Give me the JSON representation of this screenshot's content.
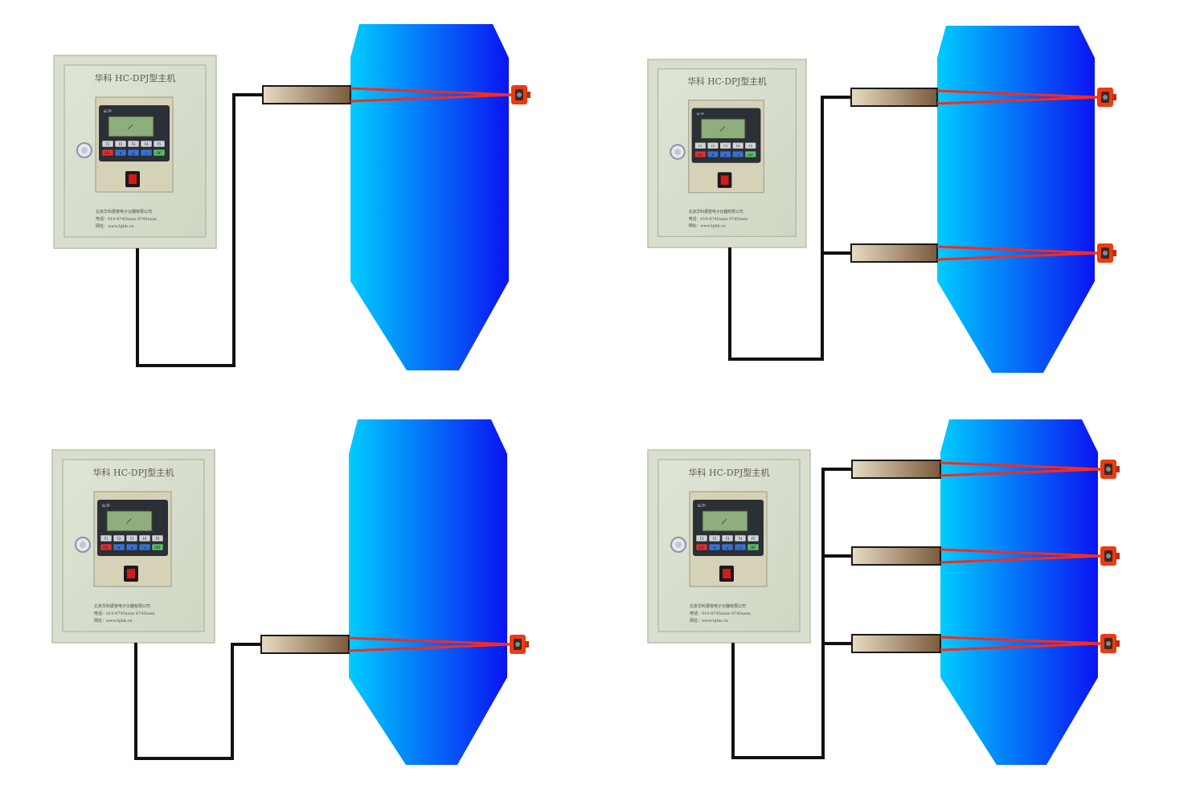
{
  "colors": {
    "background": "#ffffff",
    "cabinet_face": "#d9dfcf",
    "cabinet_border": "#b9c0ad",
    "cable": "#111111",
    "probe_light": "#e8dcc3",
    "probe_dark": "#7a5a3c",
    "beam": "#ff2a1a",
    "emitter": "#ee3a12",
    "silo_light": "#00ccff",
    "silo_dark": "#0a14f2"
  },
  "host_unit": {
    "title": "华科  HC-DPJ型主机",
    "lcd_brand": "GLTP",
    "key_labels": [
      "F1",
      "F2",
      "F3",
      "F4",
      "F5",
      "ESC",
      "▼",
      "▲",
      "◄",
      "ENT"
    ],
    "company": "北京华科振普电子仪器有限公司",
    "phone": "电话：010-8745xxxx 8745xxxx",
    "website": "网址：www.hjhk.cn",
    "door_icon": "door-lock-icon",
    "switch_icon": "power-switch-icon"
  },
  "configurations": [
    {
      "name": "single-probe-top",
      "probe_levels": [
        "top"
      ]
    },
    {
      "name": "two-probes",
      "probe_levels": [
        "top",
        "middle"
      ]
    },
    {
      "name": "single-probe-bottom",
      "probe_levels": [
        "bottom"
      ]
    },
    {
      "name": "three-probes",
      "probe_levels": [
        "top",
        "middle",
        "bottom"
      ]
    }
  ]
}
